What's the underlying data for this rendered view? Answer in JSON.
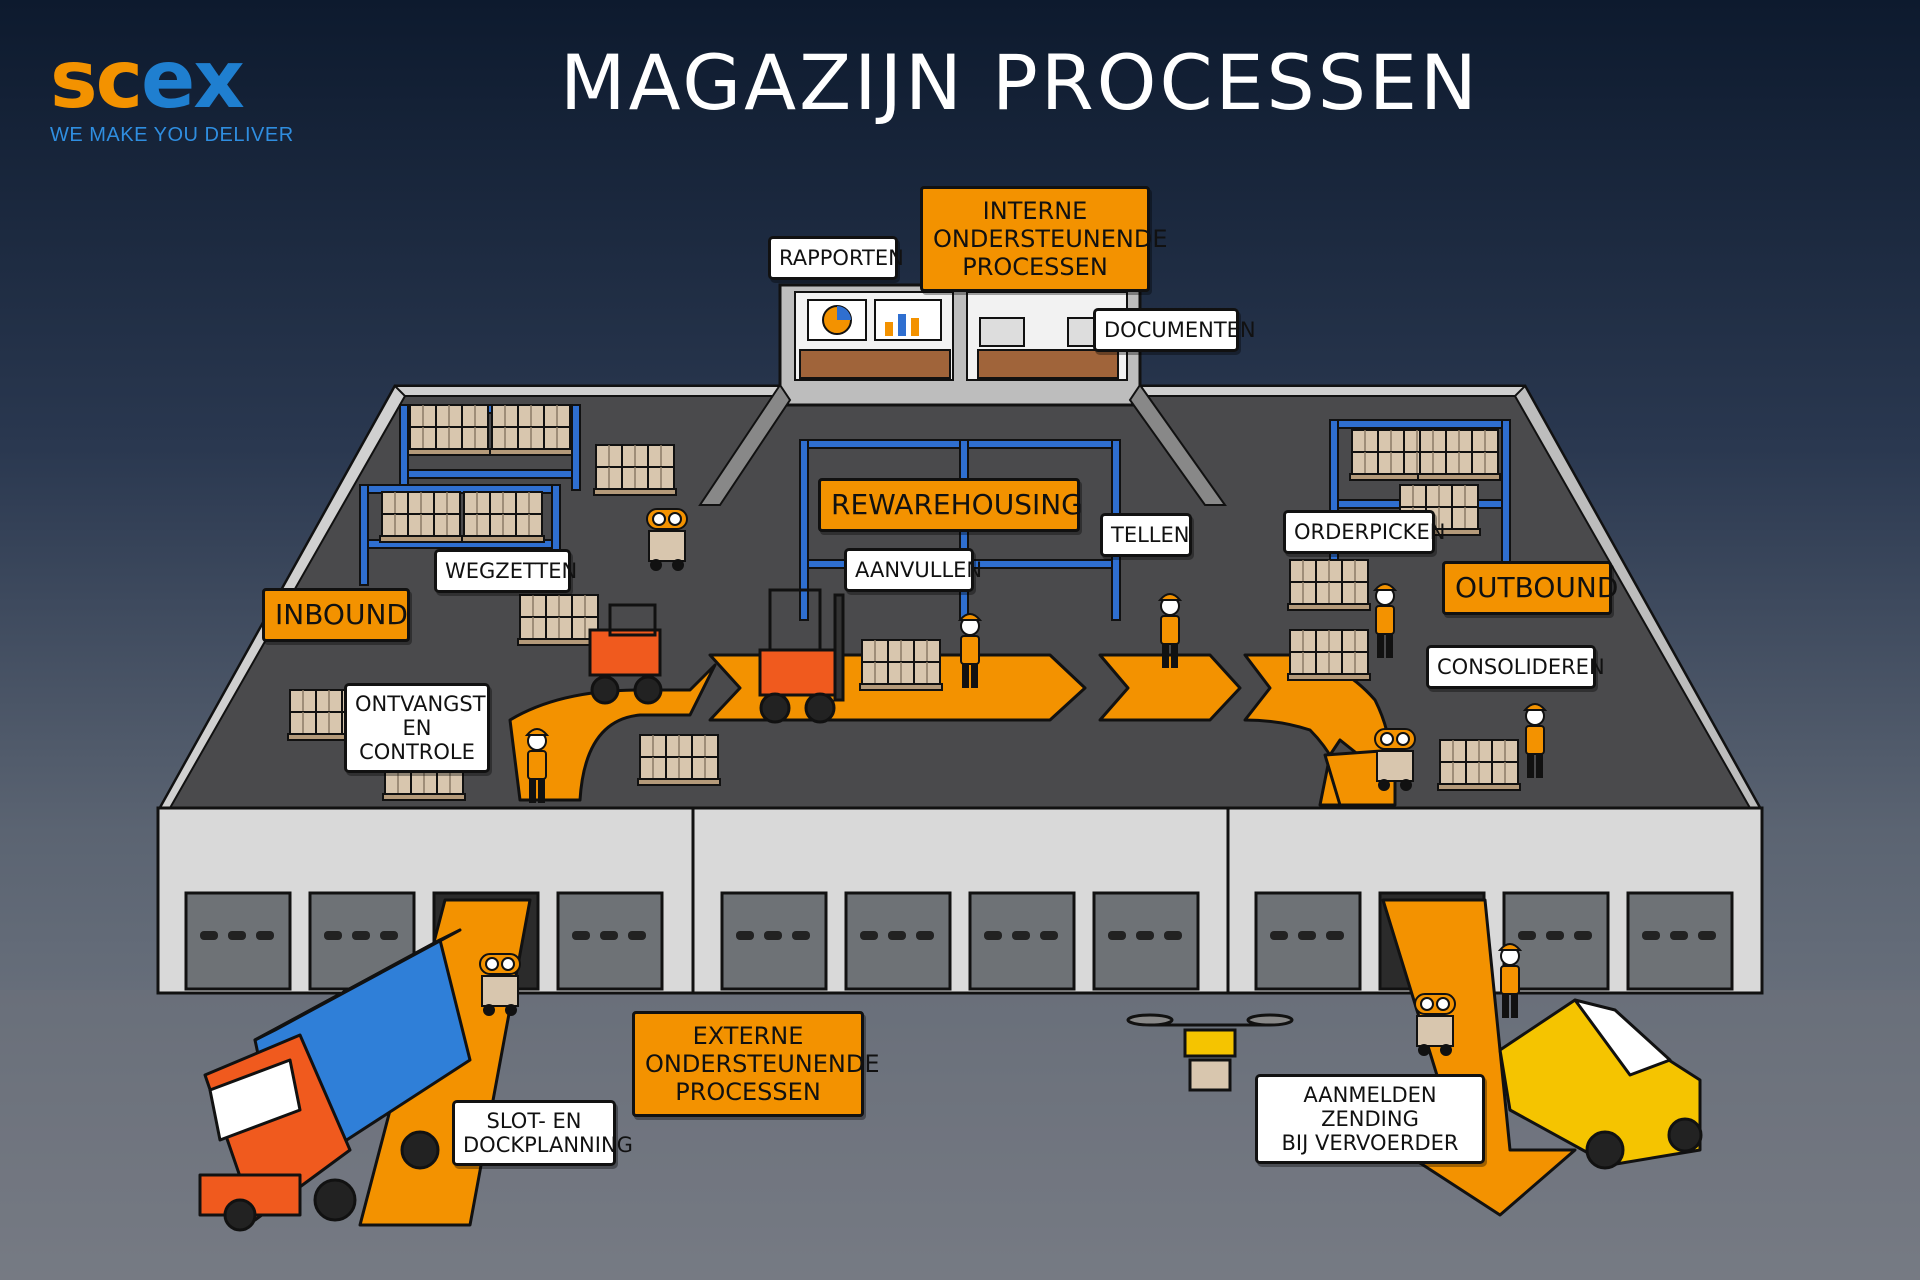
{
  "logo": {
    "text_a": "sc",
    "text_b": "ex",
    "tagline": "WE MAKE YOU DELIVER"
  },
  "title": "MAGAZIJN PROCESSEN",
  "processes": {
    "internal": "INTERNE\nONDERSTEUNENDE\nPROCESSEN",
    "external": "EXTERNE\nONDERSTEUNENDE\nPROCESSEN",
    "inbound": "INBOUND",
    "outbound": "OUTBOUND",
    "rewarehousing": "REWAREHOUSING"
  },
  "steps": {
    "rapporten": "RAPPORTEN",
    "documenten": "DOCUMENTEN",
    "wegzetten": "WEGZETTEN",
    "aanvullen": "AANVULLEN",
    "tellen": "TELLEN",
    "orderpicken": "ORDERPICKEN",
    "consolideren": "CONSOLIDEREN",
    "ontvangst": "ONTVANGST\nEN CONTROLE",
    "slotplanning": "SLOT- EN\nDOCKPLANNING",
    "aanmelden": "AANMELDEN ZENDING\nBIJ VERVOERDER"
  },
  "colors": {
    "accent": "#f39200",
    "floor": "#4a4a4c",
    "wall": "#d9d9d9",
    "rack": "#2f6fd0",
    "box": "#d8c6ae",
    "truck_cab": "#f05a1e",
    "trailer": "#2f7fd8",
    "van": "#f5c400"
  }
}
